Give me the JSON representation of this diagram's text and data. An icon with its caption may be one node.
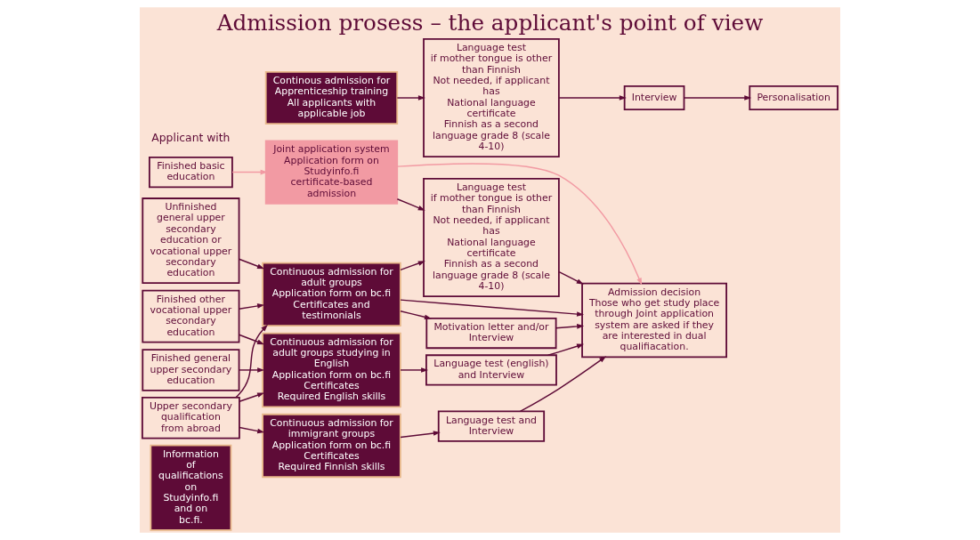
{
  "diagram": {
    "title": "Admission prosess – the applicant's point of view",
    "nodes": [
      {
        "text": [
          "Information of qualifications  on Studyinfo.fi and on bc.fi."
        ]
      },
      {
        "text": [
          "Finished basic education"
        ]
      },
      {
        "text": [
          "Finished general upper secondary education"
        ]
      },
      {
        "text": [
          "Finished other vocational upper secondary education"
        ]
      },
      {
        "text": [
          "Unfinished general upper secondary education or vocational upper secondary education"
        ]
      },
      {
        "text": [
          "Upper secondary qualification from abroad"
        ]
      },
      {
        "text": [
          "Joint application system",
          "Application form on Studyinfo.fi",
          "certificate-based admission"
        ]
      },
      {
        "text": [
          "Continuous admission for adult groups",
          "Application form on bc.fi",
          "Certificates and testimonials"
        ]
      },
      {
        "text": [
          "Continuous admission for adult groups studying in English",
          "Application form on bc.fi",
          "Certificates",
          "Required English skills"
        ]
      },
      {
        "text": [
          "Continuous admission for immigrant groups",
          "Application form on bc.fi",
          "Certificates",
          "Required Finnish skills"
        ]
      },
      {
        "text": [
          "Continous admission for Apprenticeship training",
          "All applicants with applicable job"
        ]
      },
      {
        "text": [
          "Language test",
          "if mother tongue is other than Finnish",
          "Not needed, if applicant has",
          "National language certificate",
          "Finnish as a second language grade 8 (scale 4-10)"
        ]
      },
      {
        "text": [
          "Motivation letter and/or Interview"
        ]
      },
      {
        "text": [
          "Language test (english) and Interview"
        ]
      },
      {
        "text": [
          "Language test and Interview"
        ]
      },
      {
        "text": [
          "Language test",
          "if mother tongue is other than Finnish",
          "Not needed, if applicant has",
          "National language certificate",
          "Finnish as a second language grade 8 (scale 4-10)"
        ]
      },
      {
        "text": [
          "Admission decision",
          "Those who get study place through Joint application system are asked if they are interested in dual qualifiacation."
        ]
      },
      {
        "text": [
          "Interview"
        ]
      },
      {
        "text": [
          "Personalisation"
        ]
      }
    ],
    "edges": [
      {
        "from": 1,
        "to": 6,
        "arrow": "to",
        "color": "#f29aa3"
      },
      {
        "from": 4,
        "to": 7,
        "arrow": "to"
      },
      {
        "from": 3,
        "to": 7,
        "arrow": "to"
      },
      {
        "from": 5,
        "to": 7,
        "arrow": "to"
      },
      {
        "from": 2,
        "to": 8,
        "arrow": "to"
      },
      {
        "from": 3,
        "to": 8,
        "arrow": "to"
      },
      {
        "from": 5,
        "to": 8,
        "arrow": "to"
      },
      {
        "from": 5,
        "to": 9,
        "arrow": "to"
      },
      {
        "from": 6,
        "to": 11,
        "arrow": "to"
      },
      {
        "from": 6,
        "to": 16,
        "arrow": "to",
        "color": "#f29aa3"
      },
      {
        "from": 7,
        "to": 11,
        "arrow": "to"
      },
      {
        "from": 7,
        "to": 12,
        "arrow": "to"
      },
      {
        "from": 7,
        "to": 16,
        "arrow": "to"
      },
      {
        "from": 8,
        "to": 13,
        "arrow": "to"
      },
      {
        "from": 9,
        "to": 14,
        "arrow": "to"
      },
      {
        "from": 10,
        "to": 15,
        "arrow": "to"
      },
      {
        "from": 11,
        "to": 16,
        "arrow": "to"
      },
      {
        "from": 12,
        "to": 16,
        "arrow": "to"
      },
      {
        "from": 13,
        "to": 16,
        "arrow": "to"
      },
      {
        "from": 14,
        "to": 16,
        "arrow": "to"
      },
      {
        "from": 15,
        "to": 17,
        "arrow": "to"
      },
      {
        "from": 17,
        "to": 18,
        "arrow": "to"
      }
    ],
    "labels": [
      "Applicant with"
    ]
  }
}
